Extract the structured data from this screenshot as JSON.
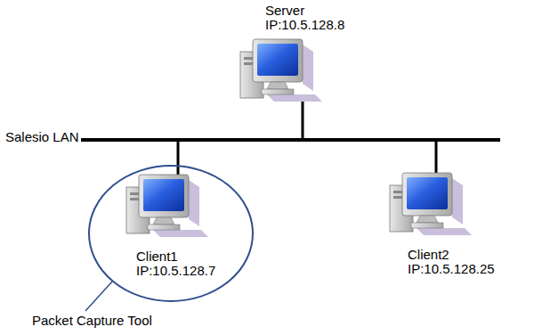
{
  "diagram": {
    "nodes": [
      {
        "text": [
          "Server",
          "IP:10.5.128.8"
        ]
      },
      {
        "text": [
          "Client1",
          "IP:10.5.128.7"
        ]
      },
      {
        "text": [
          "Client2",
          "IP:10.5.128.25"
        ]
      }
    ],
    "labels": [
      "Salesio LAN",
      "Packet Capture Tool"
    ]
  }
}
